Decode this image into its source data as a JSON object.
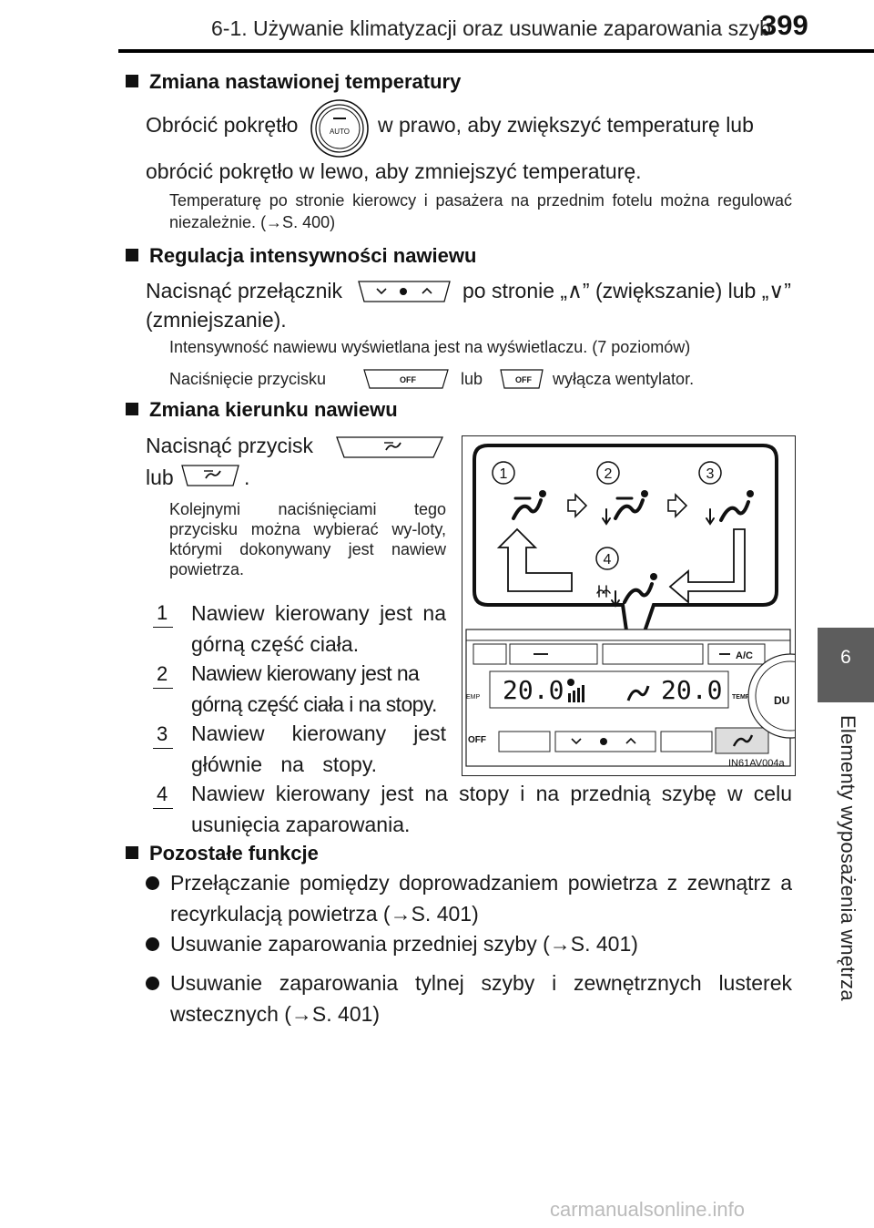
{
  "header": {
    "chapter_title": "6-1. Używanie klimatyzacji oraz usuwanie zaparowania szyb",
    "page_number": "399"
  },
  "side_tab": {
    "number": "6",
    "label": "Elementy wyposażenia wnętrza"
  },
  "sections": {
    "temp": {
      "heading": "Zmiana nastawionej temperatury",
      "line1_a": "Obrócić pokrętło",
      "line1_b": "w prawo, aby zwiększyć temperaturę lub",
      "line2": "obrócić pokrętło w lewo, aby zmniejszyć temperaturę.",
      "note": "Temperaturę po stronie kierowcy i pasażera na przednim fotelu można regulować niezależnie. (→S. 400)",
      "knob_label": "AUTO"
    },
    "fan": {
      "heading": "Regulacja intensywności nawiewu",
      "line1_a": "Nacisnąć przełącznik",
      "line1_b": "po stronie „∧” (zwiększanie) lub „∨”",
      "line2": "(zmniejszanie).",
      "note1": "Intensywność nawiewu wyświetlana jest na wyświetlaczu. (7 poziomów)",
      "note2_a": "Naciśnięcie przycisku",
      "note2_b": "lub",
      "note2_c": "wyłącza wentylator.",
      "off_label": "OFF"
    },
    "direction": {
      "heading": "Zmiana kierunku nawiewu",
      "line1": "Nacisnąć przycisk",
      "line2_a": "lub",
      "line2_b": ".",
      "note": "Kolejnymi naciśnięciami tego przycisku można wybierać wy-loty, którymi dokonywany jest nawiew powietrza.",
      "items": [
        {
          "num": "1",
          "text": "Nawiew kierowany jest na górną część ciała."
        },
        {
          "num": "2",
          "text": "Nawiew kierowany jest na górną część ciała i na stopy."
        },
        {
          "num": "3",
          "text": "Nawiew kierowany jest głównie na stopy."
        },
        {
          "num": "4",
          "text": "Nawiew kierowany jest na stopy i na przednią szybę w celu usunięcia zaparowania."
        }
      ]
    },
    "other": {
      "heading": "Pozostałe funkcje",
      "bullets": [
        "Przełączanie pomiędzy doprowadzaniem powietrza z zewnątrz a recyrkulacją powietrza (→S. 401)",
        "Usuwanie zaparowania przedniej szyby (→S. 401)",
        "Usuwanie zaparowania tylnej szyby i zewnętrznych lusterek wstecznych (→S. 401)"
      ]
    }
  },
  "figure": {
    "circle_labels": [
      "1",
      "2",
      "3",
      "4"
    ],
    "display_left": "20.0",
    "display_right": "20.0",
    "ac_label": "A/C",
    "temp_label": "TEMP",
    "temp_label_left": "EMP",
    "off_label": "OFF",
    "dual_label": "DU",
    "figure_id": "IN61AV004a"
  },
  "footer": {
    "watermark": "carmanualsonline.info"
  }
}
